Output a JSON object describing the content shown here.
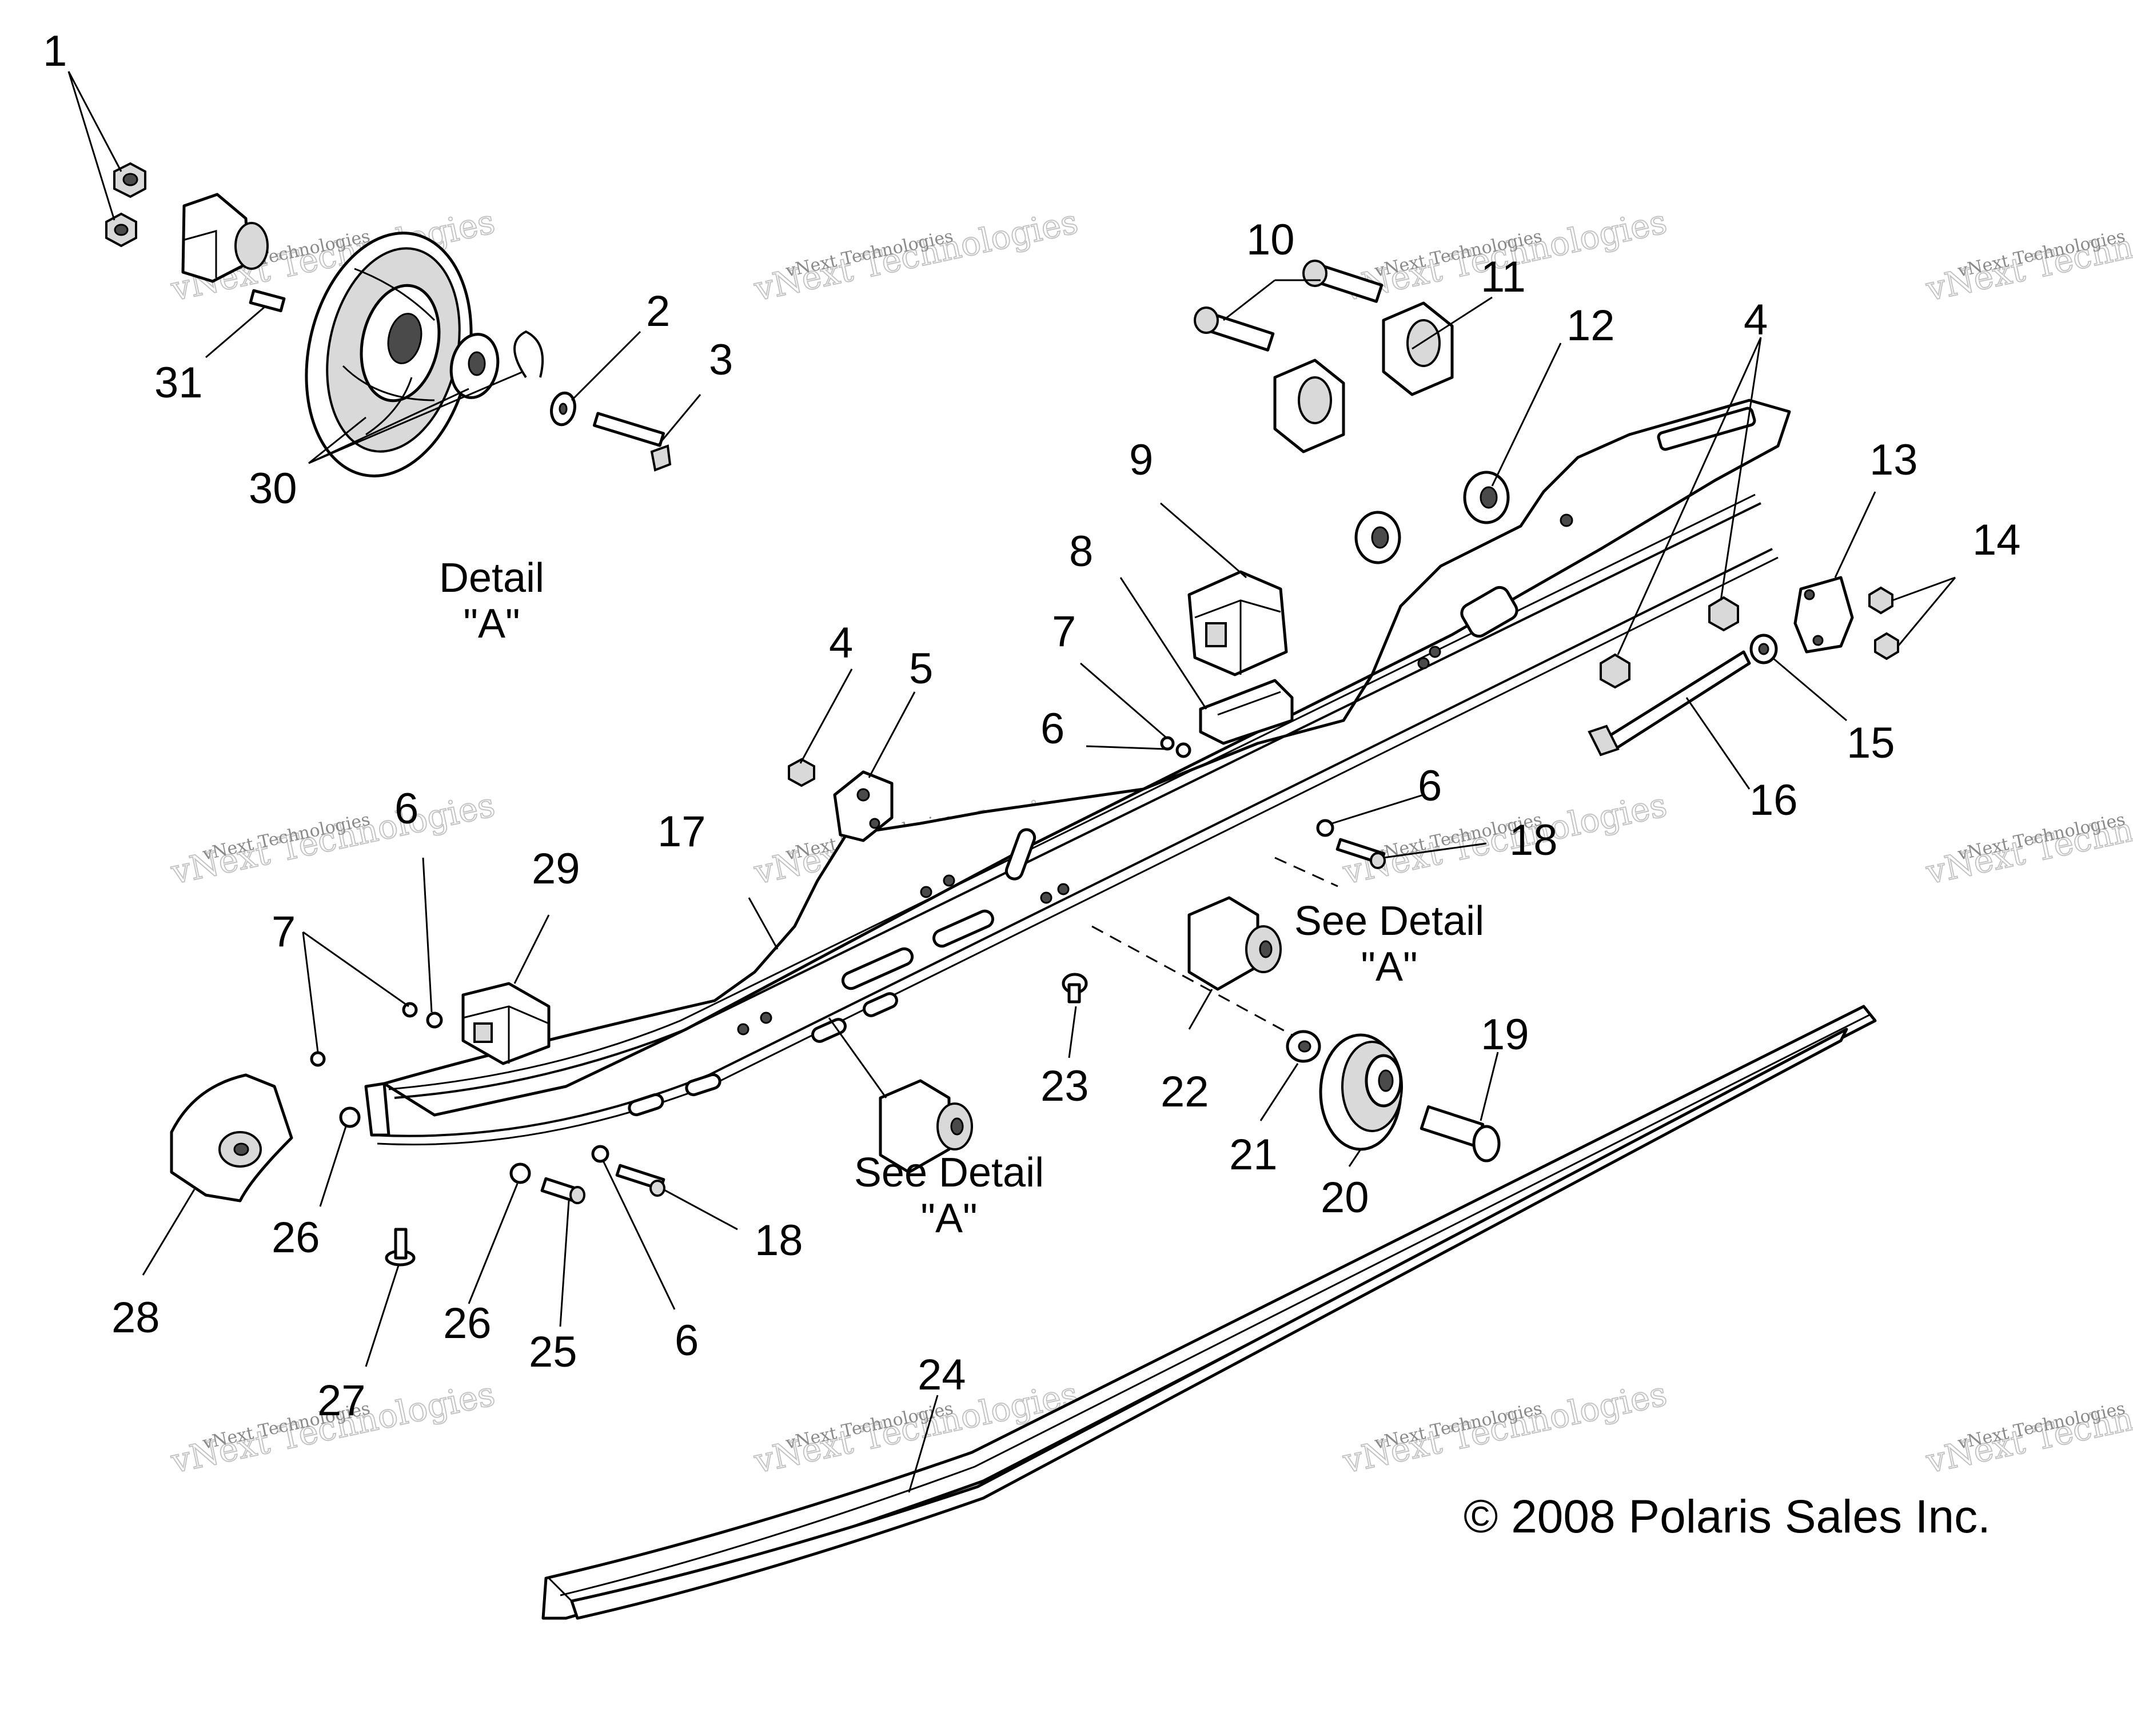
{
  "callouts": [
    "1",
    "2",
    "3",
    "4",
    "5",
    "6",
    "7",
    "8",
    "9",
    "10",
    "11",
    "12",
    "13",
    "14",
    "15",
    "16",
    "17",
    "18",
    "19",
    "20",
    "21",
    "22",
    "23",
    "24",
    "25",
    "26",
    "27",
    "28",
    "29",
    "30",
    "31"
  ],
  "detail_caption": {
    "line1": "Detail",
    "line2": "\"A\""
  },
  "see_detail": {
    "line1": "See Detail",
    "line2": "\"A\""
  },
  "copyright": "© 2008 Polaris Sales Inc.",
  "watermark": {
    "line1": "vNext Technologies",
    "line2": "vNext Technologies"
  }
}
